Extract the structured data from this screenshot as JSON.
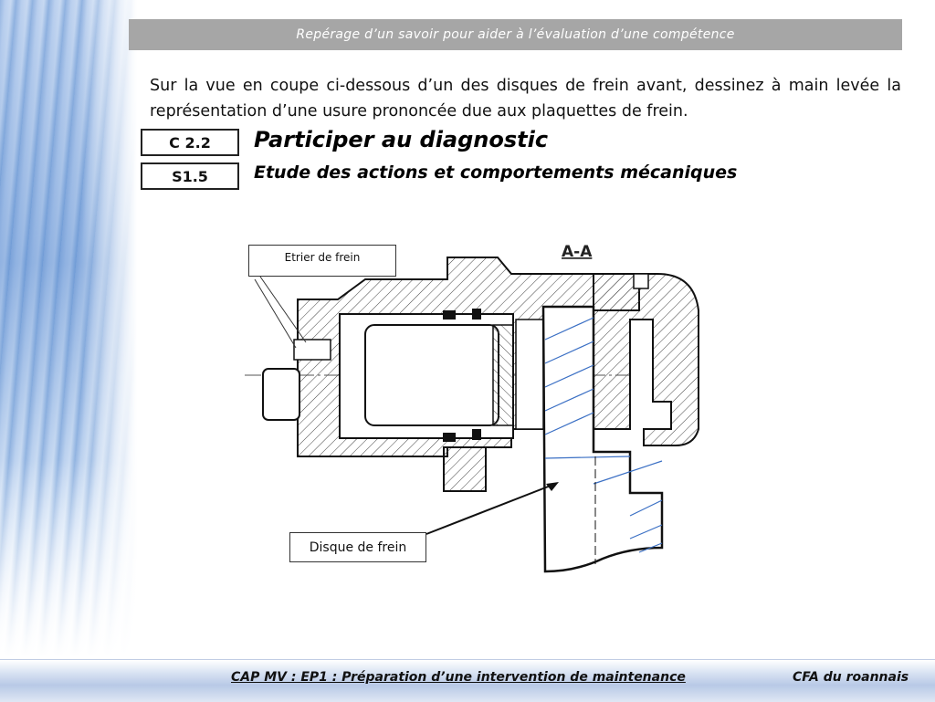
{
  "banner": {
    "title": "Repérage d’un savoir pour aider à l’évaluation d’une compétence"
  },
  "intro": {
    "text": "Sur la vue en coupe ci-dessous d’un des disques de frein avant, dessinez à main levée la représentation d’une usure prononcée  due aux plaquettes de frein."
  },
  "competence": {
    "code": "C 2.2",
    "title": "Participer au diagnostic"
  },
  "savoir": {
    "code": "S1.5",
    "title": "Etude des actions et comportements mécaniques"
  },
  "drawing": {
    "section_label": "A-A",
    "labels": {
      "caliper": "Etrier de frein",
      "disc": "Disque de frein"
    }
  },
  "footer": {
    "left": "CAP MV : EP1 : Préparation d’une intervention de maintenance",
    "right": "CFA du roannais"
  },
  "colors": {
    "banner_bg": "#a6a6a6",
    "disc_hatch": "#3a6fc4",
    "footer_band": "#b8c9e6"
  }
}
